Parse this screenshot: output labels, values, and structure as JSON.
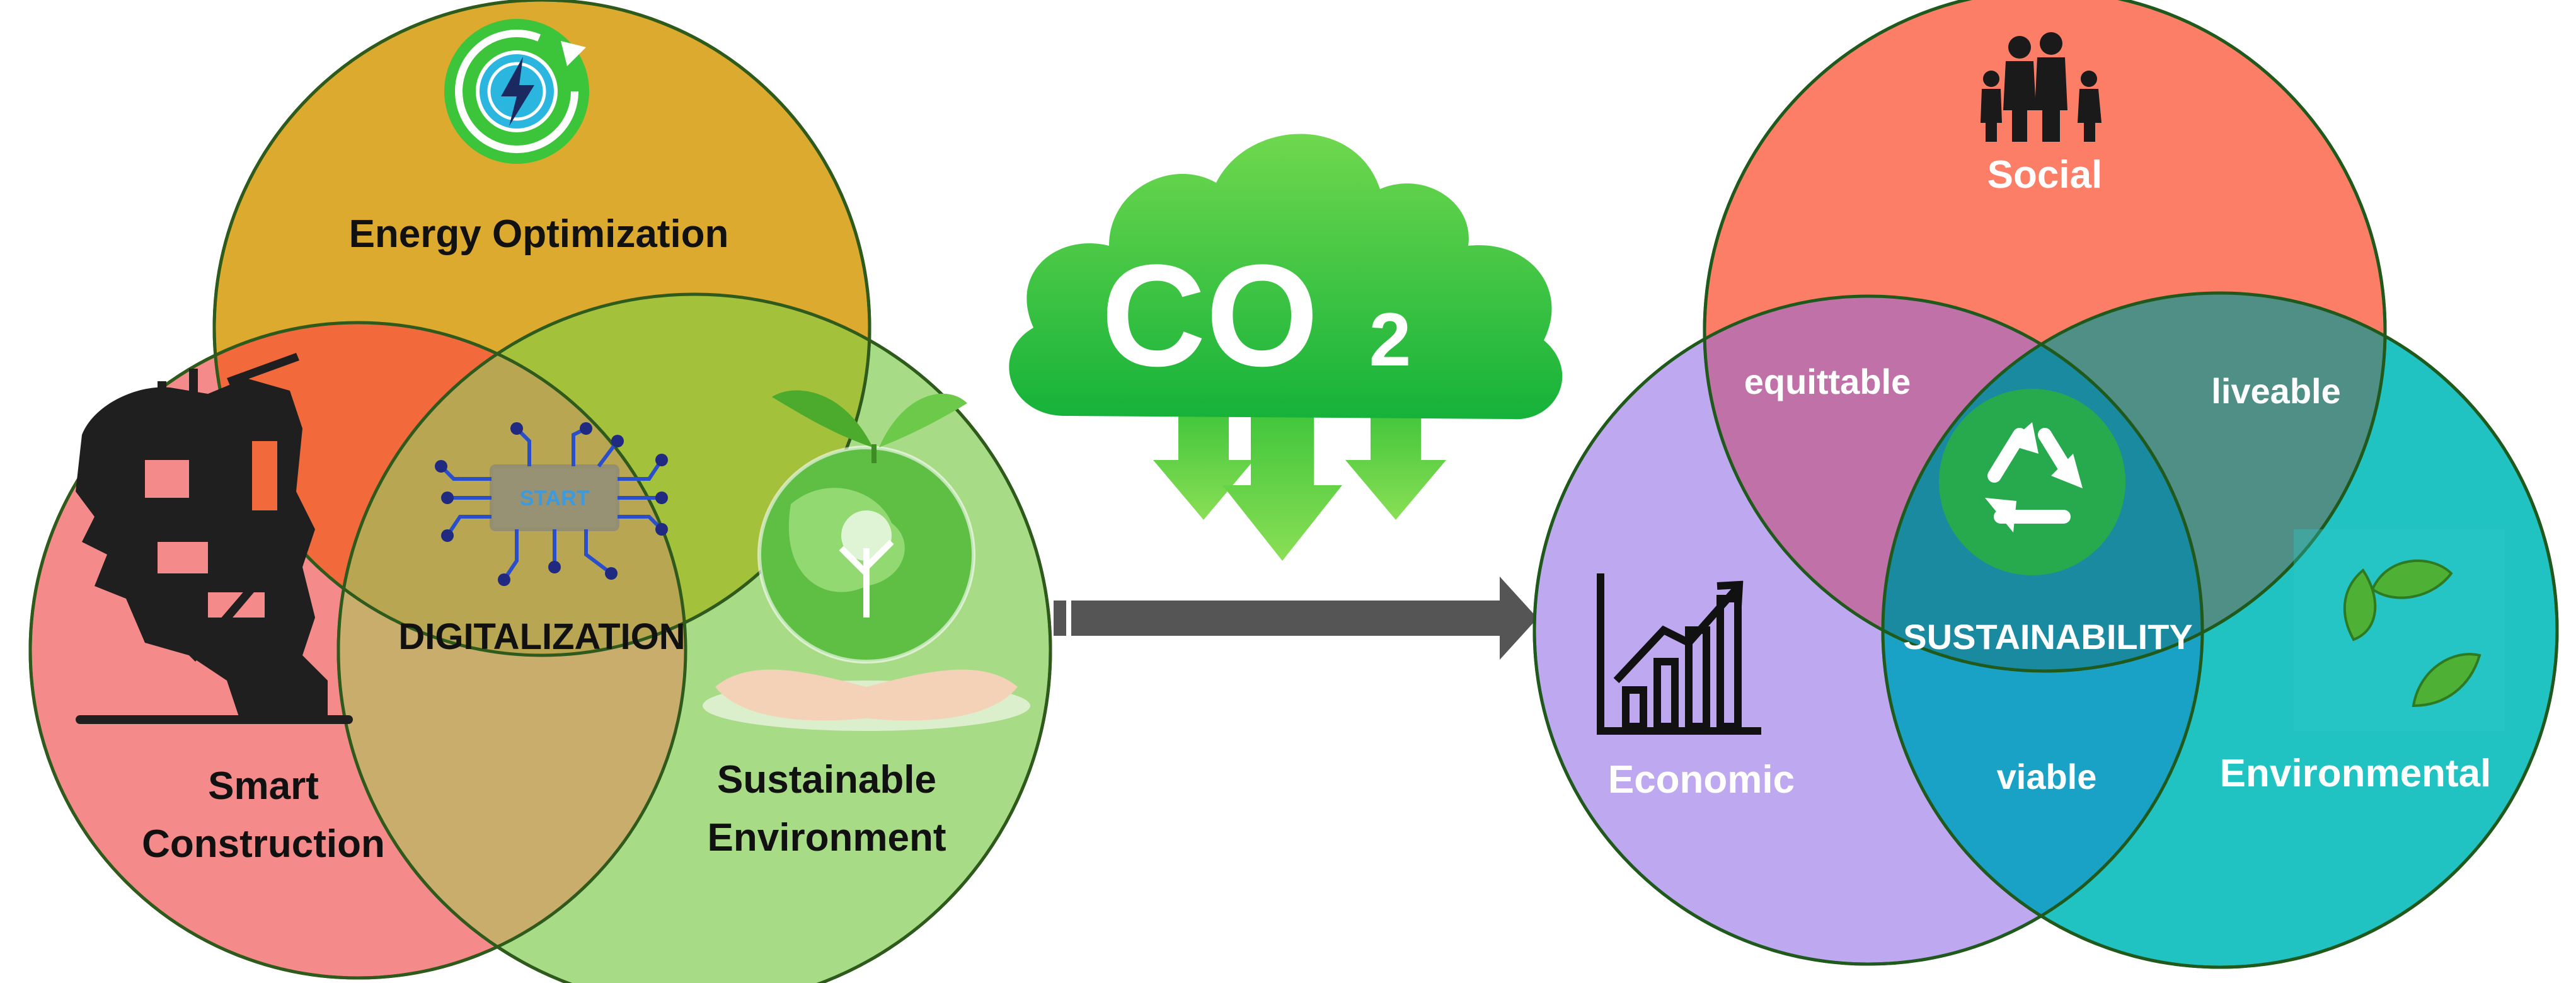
{
  "left_venn": {
    "energy": "Energy Optimization",
    "digital": "DIGITALIZATION",
    "start_chip": "START",
    "smart_line1": "Smart",
    "smart_line2": "Construction",
    "sust_env_line1": "Sustainable",
    "sust_env_line2": "Environment"
  },
  "cloud": {
    "co": "CO",
    "sub": "2",
    "color": "#3cc43a"
  },
  "right_venn": {
    "social": "Social",
    "economic": "Economic",
    "environmental": "Environmental",
    "equitable": "equittable",
    "liveable": "liveable",
    "viable": "viable",
    "center": "SUSTAINABILITY"
  },
  "icons": {
    "energy": "energy-refresh-icon",
    "circuit": "circuit-board-icon",
    "construction": "construction-head-icon",
    "globe": "globe-in-hands-icon",
    "family": "family-icon",
    "growth": "growth-chart-icon",
    "recycle": "recycle-icon",
    "leaves": "leaves-icon"
  },
  "colors": {
    "energy_circle": "#dcaa2e",
    "smart_circle": "#f48a8a",
    "sust_circle": "#a8db86",
    "social_circle": "#fd7e66",
    "economic_circle": "#bea8f0",
    "environmental_circle": "#21c2c2",
    "arrow": "#555555"
  }
}
